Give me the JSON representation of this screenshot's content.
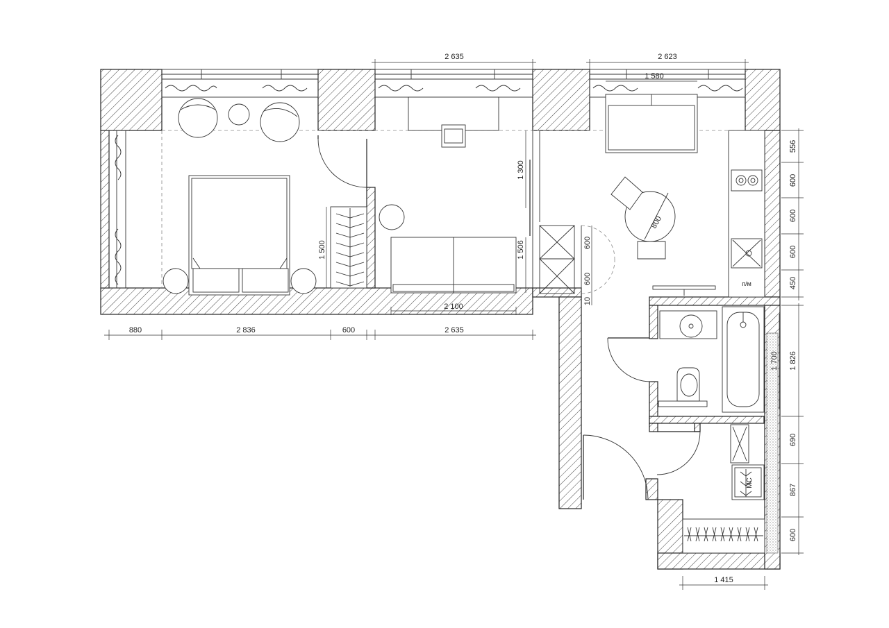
{
  "dimensions": {
    "top_living": "2 635",
    "top_kitchen": "2 623",
    "sofa_kitchen": "1 580",
    "bottom_balcony": "880",
    "bottom_bedroom": "2 836",
    "bottom_wardrobe": "600",
    "bottom_living": "2 635",
    "sofa_living": "2 100",
    "wardrobe_height": "1 500",
    "window_height": "1 300",
    "sofa_height": "1 506",
    "door_upper": "600",
    "door_lower": "600",
    "door_gap": "10",
    "table_diameter": "800",
    "right_1": "556",
    "right_2": "600",
    "right_3": "600",
    "right_4": "600",
    "right_5": "450",
    "right_bath": "1 826",
    "right_bath_inner": "1 700",
    "right_6": "690",
    "right_7": "867",
    "right_8": "600",
    "hall_width": "1 415"
  },
  "labels": {
    "fridge": "п/м",
    "washer": "МС"
  }
}
